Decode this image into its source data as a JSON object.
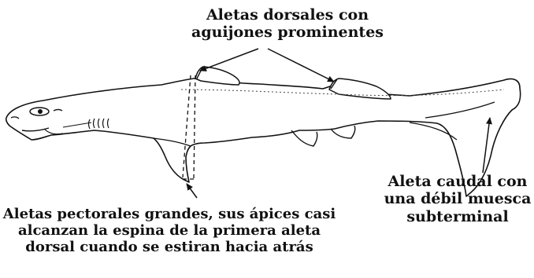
{
  "diagram": {
    "labels": {
      "dorsal": "Aletas dorsales con\naguijones prominentes",
      "pectoral": "Aletas pectorales grandes, sus ápices casi\nalcanzan la espina de la primera aleta\ndorsal cuando se estiran hacia atrás",
      "caudal": "Aleta caudal con\nuna débil muesca\nsubterminal"
    },
    "colors": {
      "stroke": "#111111",
      "background": "#ffffff"
    }
  }
}
